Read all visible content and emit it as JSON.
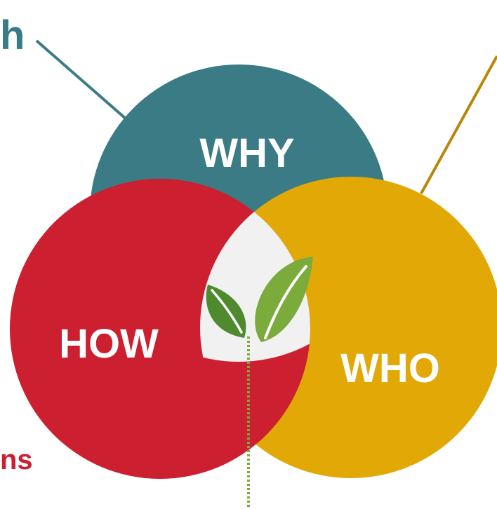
{
  "circles": {
    "why": {
      "label": "WHY",
      "color": "#3a7b85"
    },
    "how": {
      "label": "HOW",
      "color": "#cc1f2f"
    },
    "who": {
      "label": "WHO",
      "color": "#e2a906"
    },
    "center": {
      "color": "#f1f1f1",
      "icon": "leaf-sprout-icon"
    }
  },
  "edge_texts": {
    "top_left": "h",
    "bottom_left": "ns"
  },
  "colors": {
    "leader_why": "#3a7b85",
    "leader_who": "#b8870a",
    "dotted_stem": "#7aab3b",
    "leaf_light": "#7aab3b",
    "leaf_dark": "#4f8a2e"
  }
}
